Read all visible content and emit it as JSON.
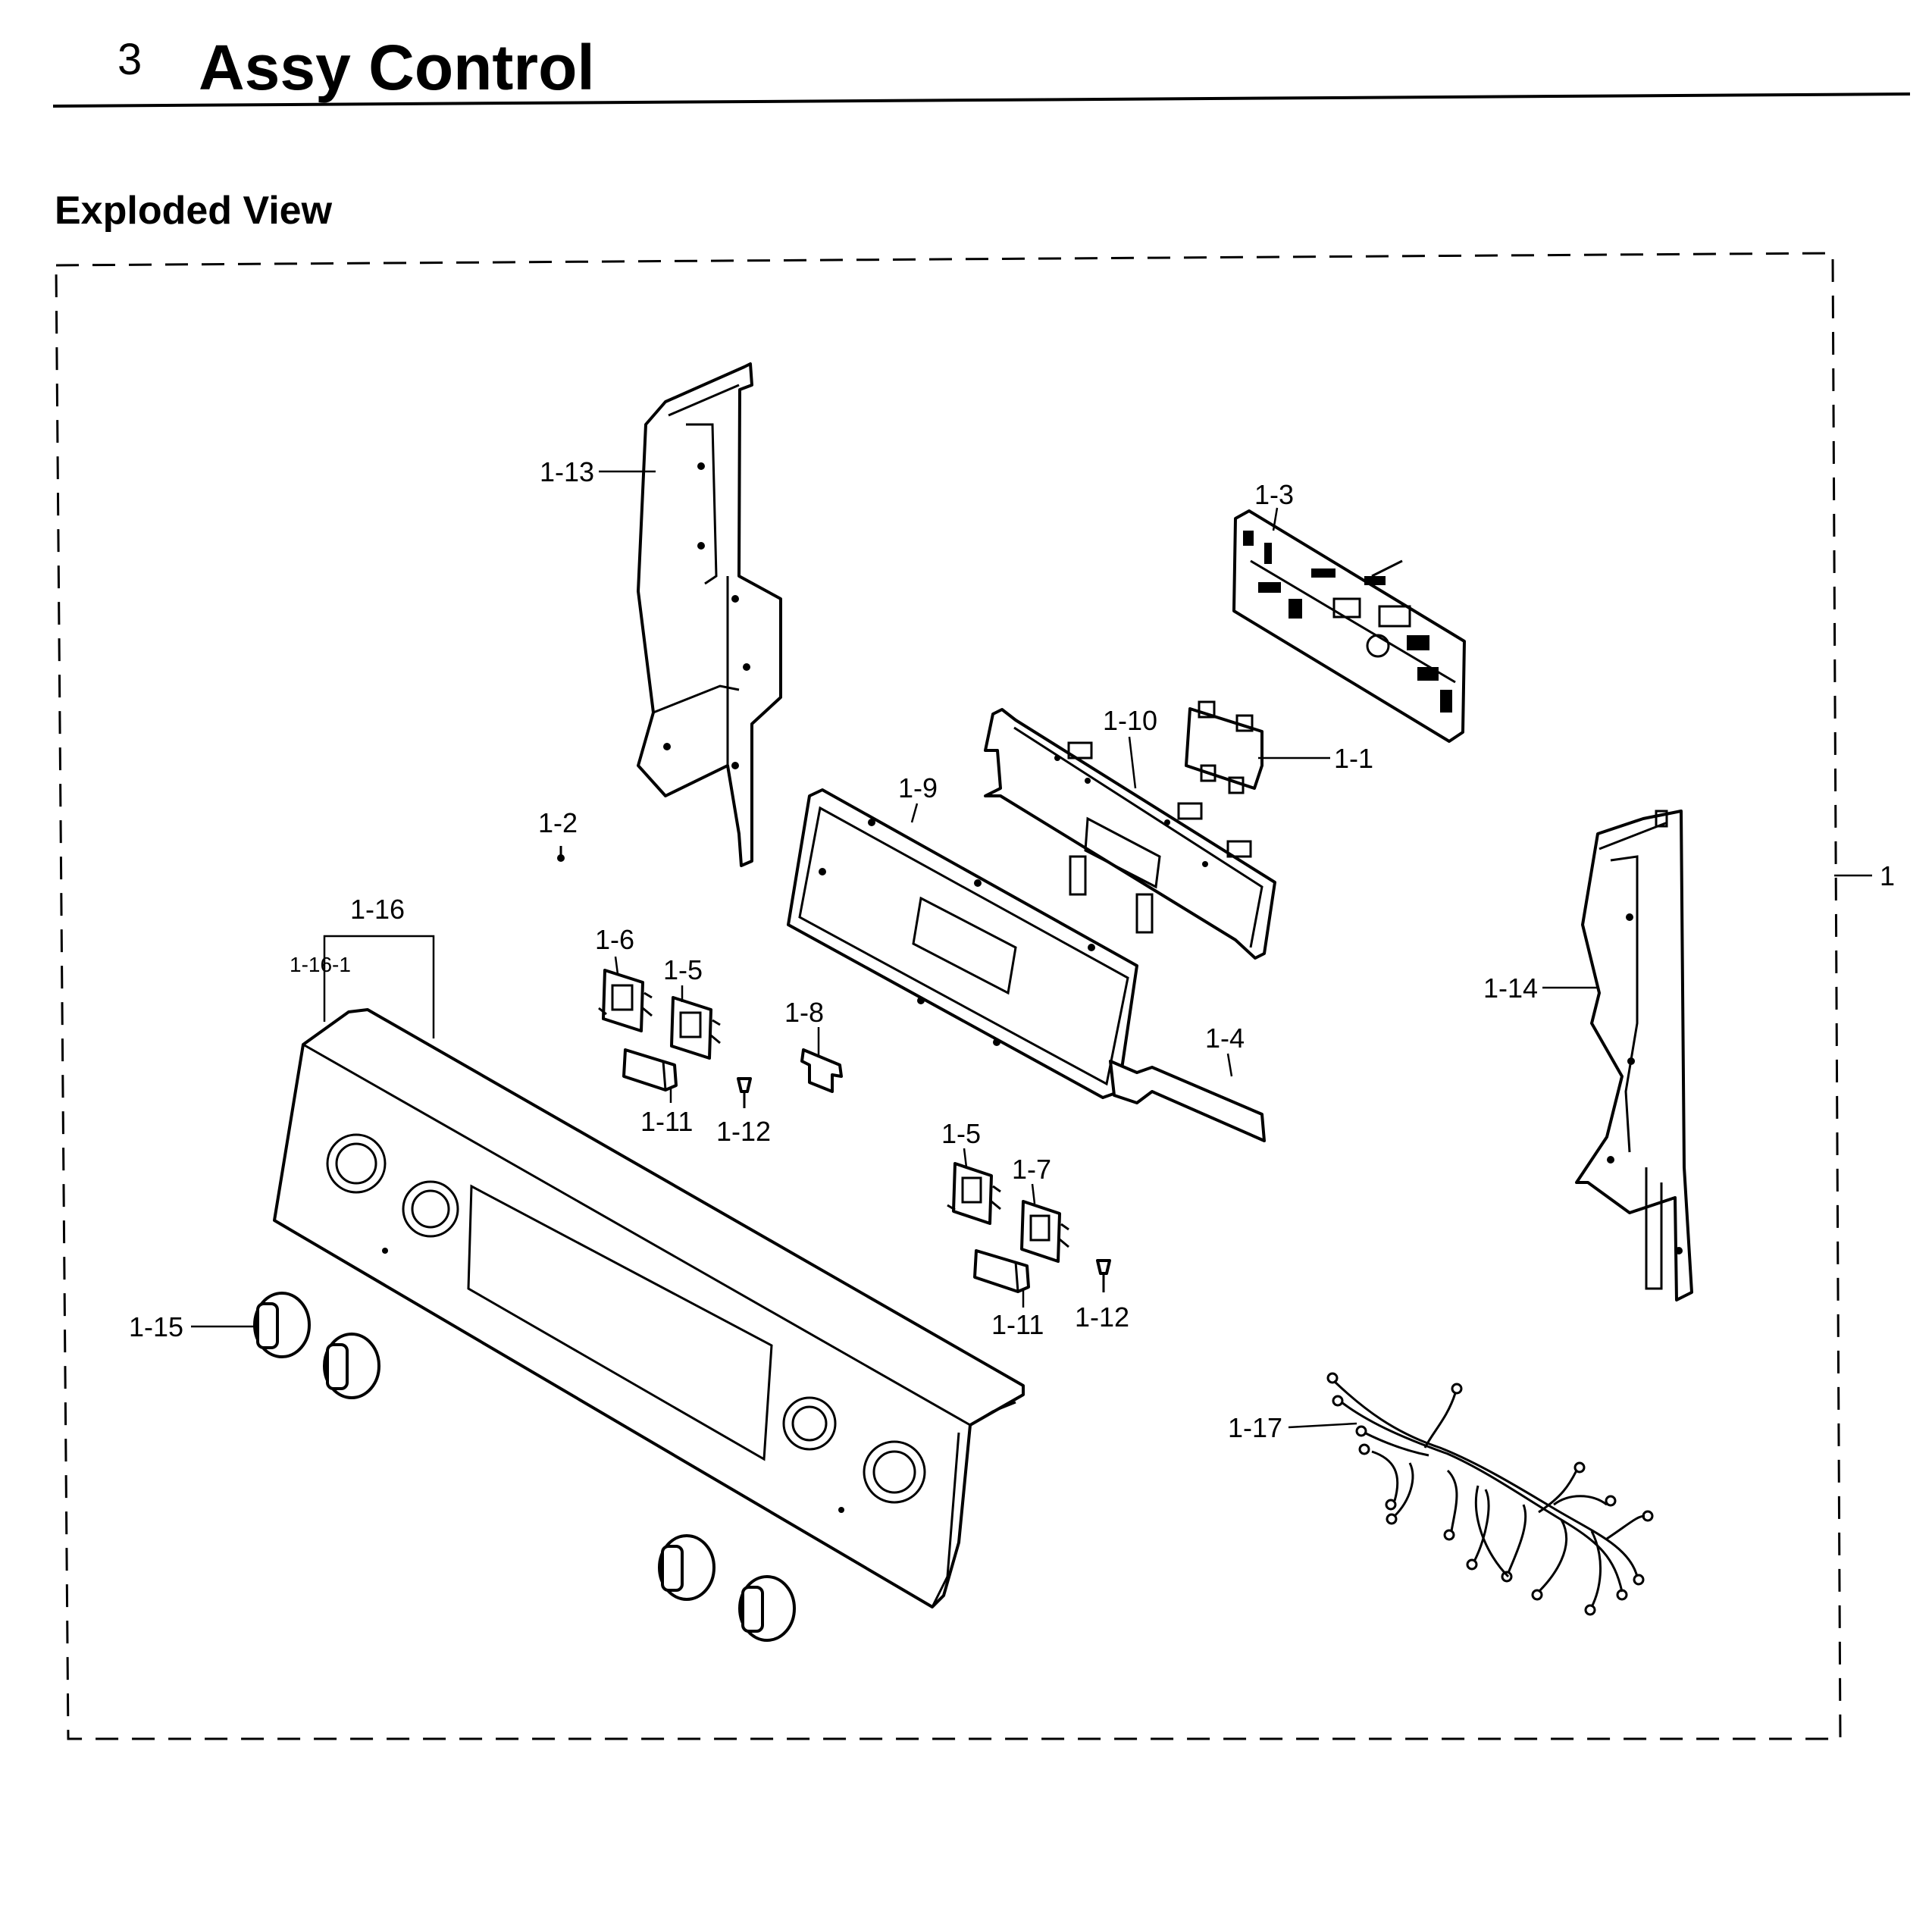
{
  "header": {
    "section_number": "3",
    "section_title": "Assy Control"
  },
  "subheading": "Exploded View",
  "assembly_label": "1",
  "callouts": {
    "c_1_13": "1-13",
    "c_1_3": "1-3",
    "c_1_10": "1-10",
    "c_1_1": "1-1",
    "c_1_9": "1-9",
    "c_1_2": "1-2",
    "c_1_16": "1-16",
    "c_1_16_1": "1-16-1",
    "c_1_6": "1-6",
    "c_1_5_a": "1-5",
    "c_1_8": "1-8",
    "c_1_4": "1-4",
    "c_1_14": "1-14",
    "c_1_11_a": "1-11",
    "c_1_12_a": "1-12",
    "c_1_5_b": "1-5",
    "c_1_7": "1-7",
    "c_1_11_b": "1-11",
    "c_1_12_b": "1-12",
    "c_1_15": "1-15",
    "c_1_17": "1-17"
  }
}
